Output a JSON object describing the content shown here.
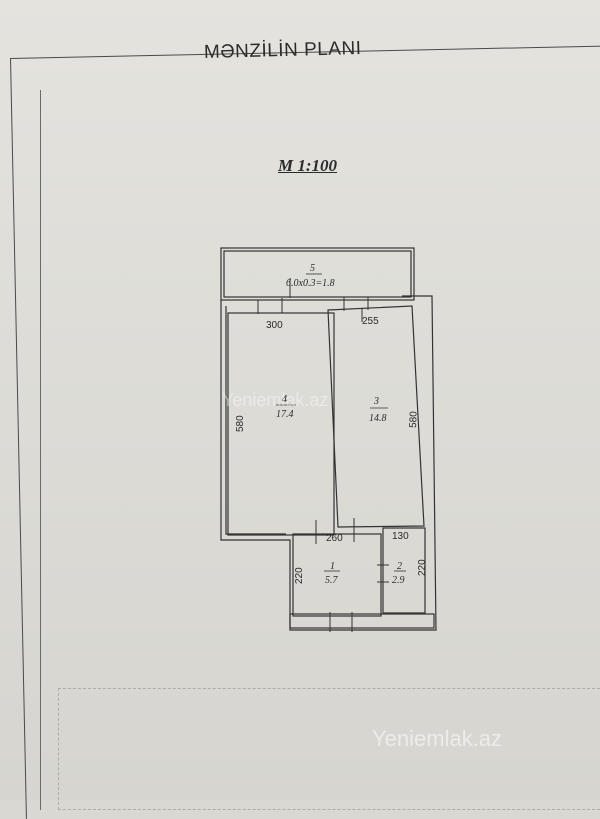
{
  "document": {
    "title": "MƏNZİLİN PLANI",
    "scale": "M 1:100",
    "watermark": "Yeniemlak.az"
  },
  "rooms": [
    {
      "number": "5",
      "area": "6.0x0.3=1.8"
    },
    {
      "number": "4",
      "area": "17.4"
    },
    {
      "number": "3",
      "area": "14.8"
    },
    {
      "number": "1",
      "area": "5.7"
    },
    {
      "number": "2",
      "area": "2.9"
    }
  ],
  "dimensions": {
    "room4_width": "300",
    "room3_width": "255",
    "room4_length": "580",
    "room3_length": "580",
    "room1_width": "260",
    "room2_width": "130",
    "room1_length": "220",
    "room2_length": "220"
  }
}
